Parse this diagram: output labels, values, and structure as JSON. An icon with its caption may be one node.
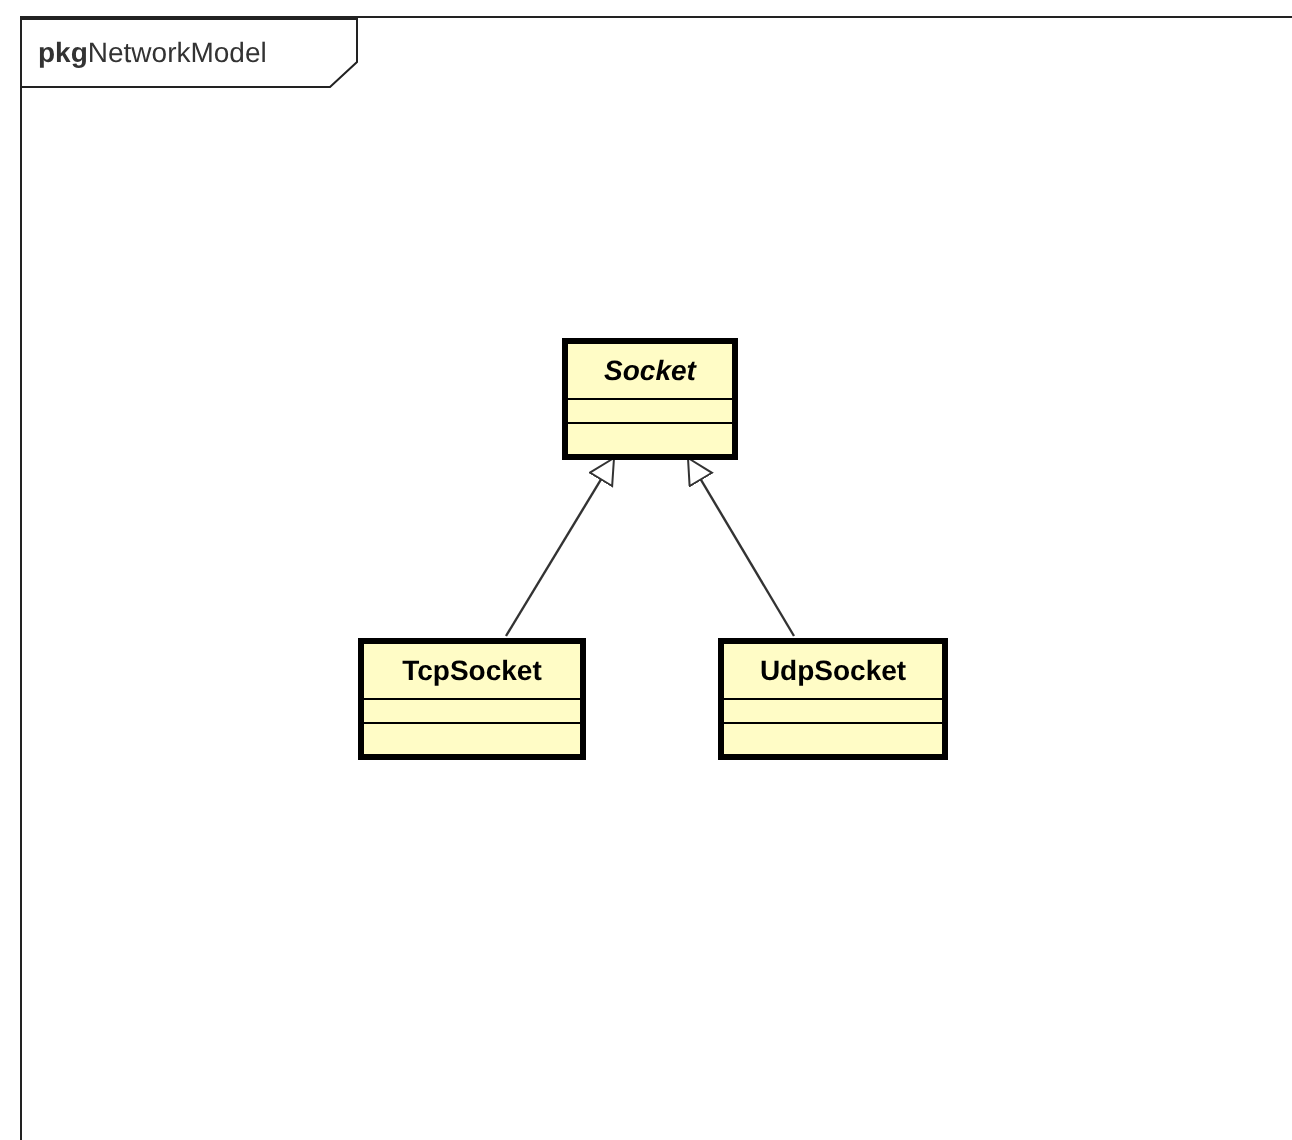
{
  "diagram": {
    "nodes": [
      {
        "text": [
          "**pkg**NetworkModel"
        ]
      },
      {
        "text": [
          "Socket"
        ],
        "in": 0
      },
      {
        "text": [
          "TcpSocket"
        ],
        "in": 0
      },
      {
        "text": [
          "UdpSocket"
        ],
        "in": 0
      }
    ],
    "edges": [
      {
        "from": 2,
        "to": 1,
        "arrow": "to"
      },
      {
        "from": 3,
        "to": 1,
        "arrow": "to"
      }
    ]
  }
}
